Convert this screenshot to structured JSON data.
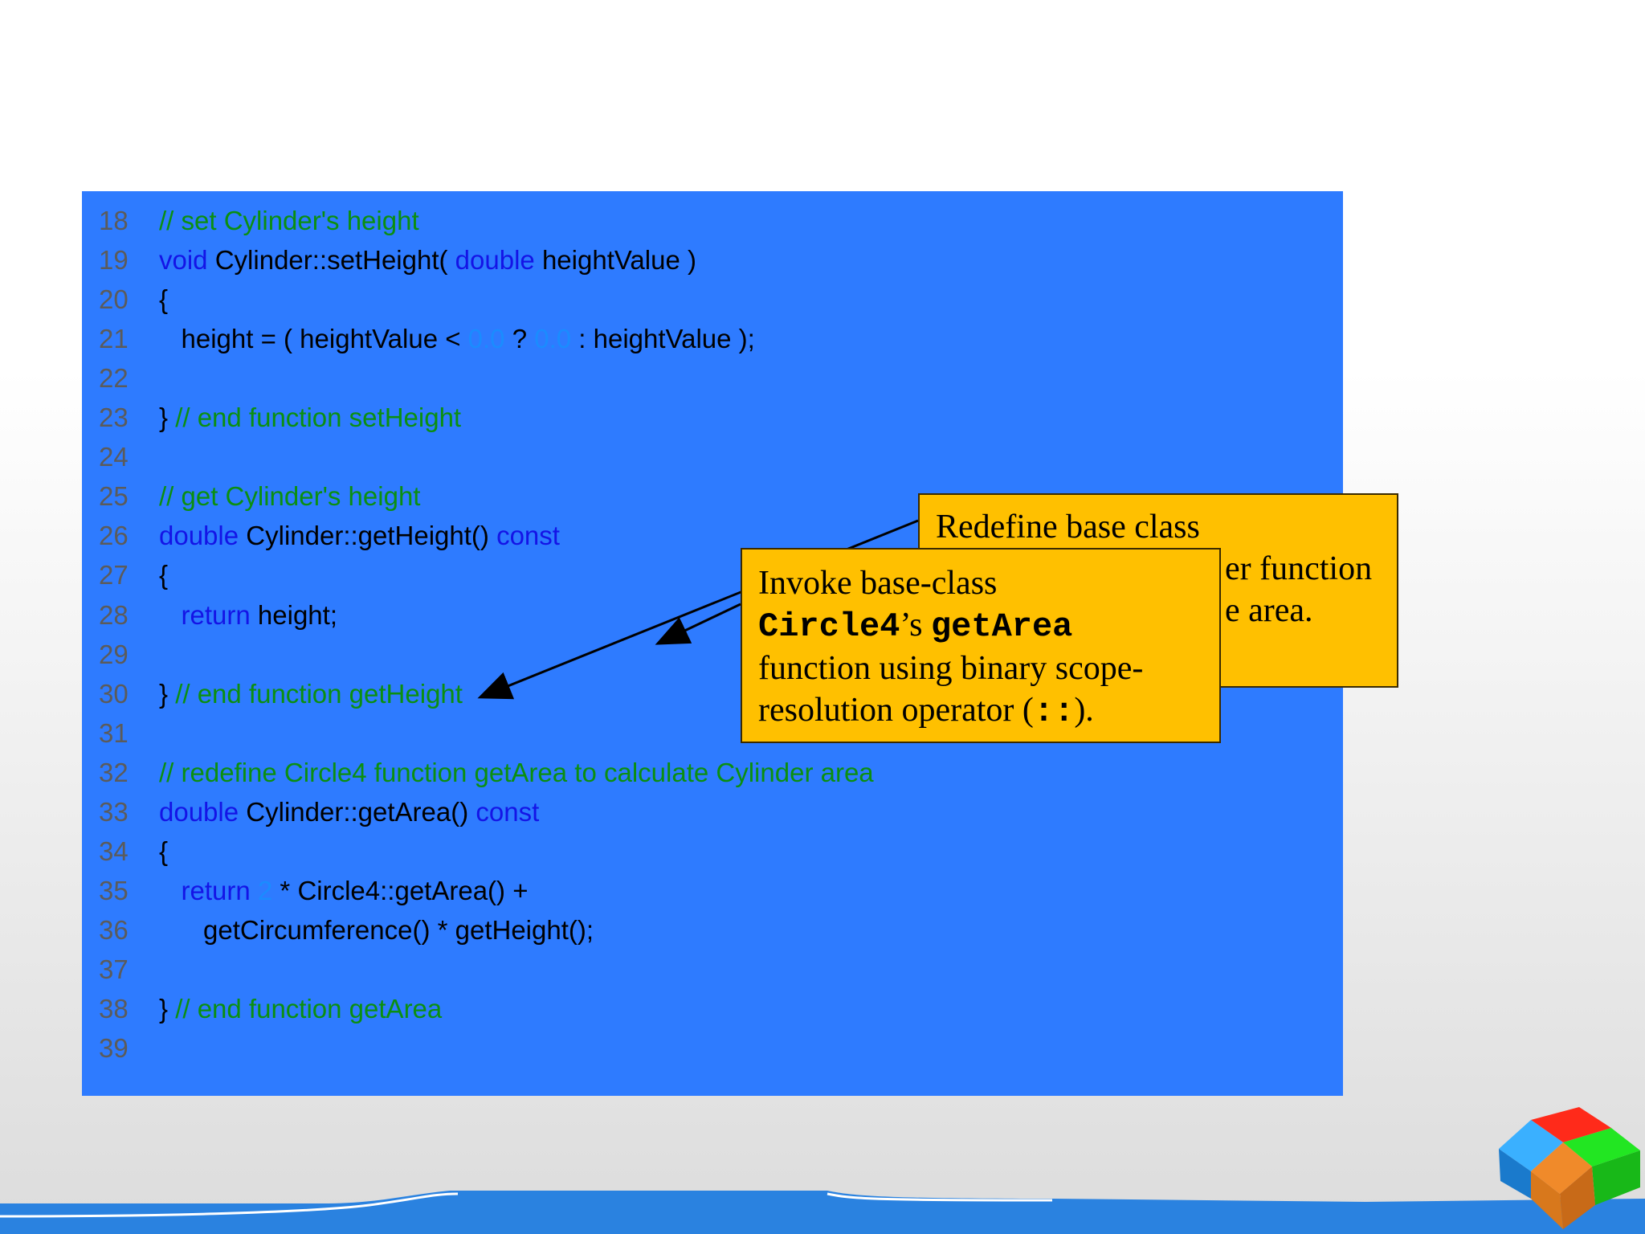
{
  "code_lines": [
    {
      "num": "18",
      "parts": [
        {
          "cls": "cm",
          "text": "// set Cylinder's height"
        }
      ]
    },
    {
      "num": "19",
      "parts": [
        {
          "cls": "kw",
          "text": "void"
        },
        {
          "cls": "tx",
          "text": " Cylinder::setHeight( "
        },
        {
          "cls": "kw",
          "text": "double"
        },
        {
          "cls": "tx",
          "text": " heightValue )"
        }
      ]
    },
    {
      "num": "20",
      "parts": [
        {
          "cls": "tx",
          "text": "{"
        }
      ]
    },
    {
      "num": "21",
      "parts": [
        {
          "cls": "tx",
          "text": "   height = ( heightValue < "
        },
        {
          "cls": "nm",
          "text": "0.0"
        },
        {
          "cls": "tx",
          "text": " ? "
        },
        {
          "cls": "nm",
          "text": "0.0"
        },
        {
          "cls": "tx",
          "text": " : heightValue );"
        }
      ]
    },
    {
      "num": "22",
      "parts": []
    },
    {
      "num": "23",
      "parts": [
        {
          "cls": "tx",
          "text": "} "
        },
        {
          "cls": "cm",
          "text": "// end function setHeight"
        }
      ]
    },
    {
      "num": "24",
      "parts": []
    },
    {
      "num": "25",
      "parts": [
        {
          "cls": "cm",
          "text": "// get Cylinder's height"
        }
      ]
    },
    {
      "num": "26",
      "parts": [
        {
          "cls": "kw",
          "text": "double"
        },
        {
          "cls": "tx",
          "text": " Cylinder::getHeight() "
        },
        {
          "cls": "kw",
          "text": "const"
        }
      ]
    },
    {
      "num": "27",
      "parts": [
        {
          "cls": "tx",
          "text": "{"
        }
      ]
    },
    {
      "num": "28",
      "parts": [
        {
          "cls": "tx",
          "text": "   "
        },
        {
          "cls": "kw",
          "text": "return"
        },
        {
          "cls": "tx",
          "text": " height;"
        }
      ]
    },
    {
      "num": "29",
      "parts": []
    },
    {
      "num": "30",
      "parts": [
        {
          "cls": "tx",
          "text": "} "
        },
        {
          "cls": "cm",
          "text": "// end function getHeight"
        }
      ]
    },
    {
      "num": "31",
      "parts": []
    },
    {
      "num": "32",
      "parts": [
        {
          "cls": "cm",
          "text": "// redefine Circle4 function getArea to calculate Cylinder area"
        }
      ]
    },
    {
      "num": "33",
      "parts": [
        {
          "cls": "kw",
          "text": "double"
        },
        {
          "cls": "tx",
          "text": " Cylinder::getArea() "
        },
        {
          "cls": "kw",
          "text": "const"
        }
      ]
    },
    {
      "num": "34",
      "parts": [
        {
          "cls": "tx",
          "text": "{"
        }
      ]
    },
    {
      "num": "35",
      "parts": [
        {
          "cls": "tx",
          "text": "   "
        },
        {
          "cls": "kw",
          "text": "return"
        },
        {
          "cls": "tx",
          "text": " "
        },
        {
          "cls": "nm",
          "text": "2"
        },
        {
          "cls": "tx",
          "text": " * Circle4::getArea() +"
        }
      ]
    },
    {
      "num": "36",
      "parts": [
        {
          "cls": "tx",
          "text": "      getCircumference() * getHeight();"
        }
      ]
    },
    {
      "num": "37",
      "parts": []
    },
    {
      "num": "38",
      "parts": [
        {
          "cls": "tx",
          "text": "} "
        },
        {
          "cls": "cm",
          "text": "// end function getArea"
        }
      ]
    },
    {
      "num": "39",
      "parts": []
    }
  ],
  "callout_redefine": {
    "line1": "Redefine base class",
    "line2_visible": "er function",
    "line3_visible": "e area."
  },
  "callout_invoke": {
    "line1": "Invoke base-class",
    "class_name": "Circle4",
    "possessive": "’s ",
    "method_name": "getArea",
    "line3": "function using binary scope-",
    "line4_prefix": "resolution operator (",
    "operator": "::",
    "line4_suffix": ")."
  },
  "colors": {
    "panel": "#2e7bff",
    "comment": "#0b8f10",
    "keyword": "#1414e6",
    "number": "#1a8cff",
    "callout": "#ffc000",
    "footer": "#2a82e0"
  },
  "icons": {
    "logo": "colored-cube-logo-icon"
  }
}
